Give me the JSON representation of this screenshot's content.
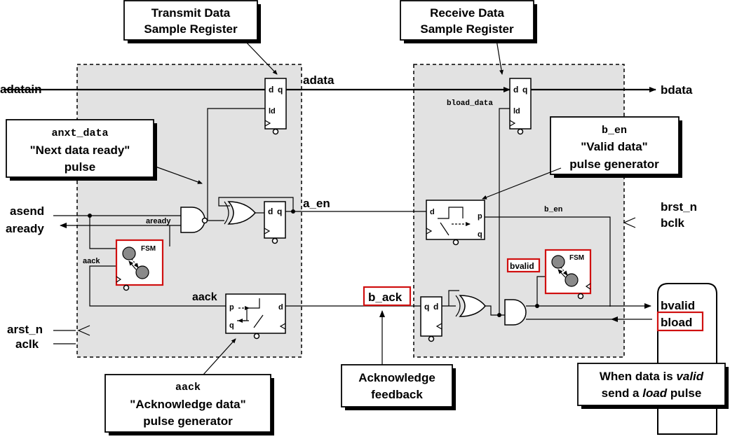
{
  "callouts": {
    "transmit_register": [
      "Transmit Data",
      "Sample Register"
    ],
    "receive_register": [
      "Receive Data",
      "Sample Register"
    ],
    "anxt_data": {
      "signal": "anxt_data",
      "line1": "\"Next data ready\"",
      "line2": "pulse"
    },
    "b_en": {
      "signal": "b_en",
      "line1": "\"Valid data\"",
      "line2": "pulse generator"
    },
    "aack": {
      "signal": "aack",
      "line1": "\"Acknowledge data\"",
      "line2": "pulse generator"
    },
    "ack_feedback": [
      "Acknowledge",
      "feedback"
    ],
    "load_pulse": {
      "line1_pre": "When data is ",
      "line1_em": "valid",
      "line2_pre": "send a ",
      "line2_em": "load",
      "line2_post": " pulse"
    }
  },
  "signals": {
    "adatain": "adatain",
    "adata": "adata",
    "bdata": "bdata",
    "asend": "asend",
    "aready": "aready",
    "aready_internal": "aready",
    "aack_internal": "aack",
    "aack": "aack",
    "a_en": "a_en",
    "arst_n": "arst_n",
    "aclk": "aclk",
    "bload_data": "bload_data",
    "b_en": "b_en",
    "brst_n": "brst_n",
    "bclk": "bclk",
    "b_ack": "b_ack",
    "bvalid_internal": "bvalid",
    "bvalid": "bvalid",
    "bload": "bload"
  },
  "components": {
    "fsm_label": "FSM",
    "flop_d": "d",
    "flop_q": "q",
    "flop_ld": "ld",
    "pulse_p": "p",
    "pulse_q": "q",
    "pulse_d": "d"
  },
  "colors": {
    "highlight": "#d01010",
    "region": "#e2e2e2",
    "state": "#8a8a8a"
  }
}
